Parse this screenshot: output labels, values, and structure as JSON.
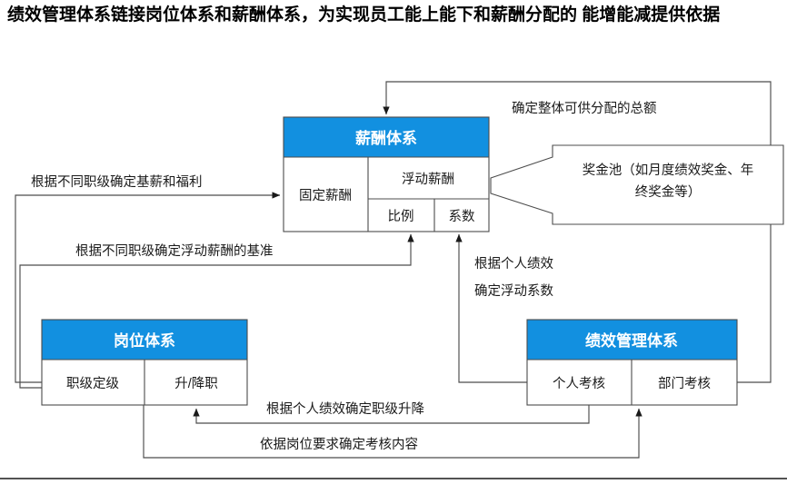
{
  "page": {
    "title_line_1": "绩效管理体系链接岗位体系和薪酬体系，为实现员工能上能下和薪酬分配的",
    "title_line_2": "能增能减提供依据"
  },
  "colors": {
    "header_blue": "#1290e0",
    "box_stroke": "#4c4c4c",
    "text": "#1a1a1a",
    "background": "#ffffff"
  },
  "nodes": {
    "salary_system": {
      "title": "薪酬体系",
      "fixed_pay": "固定薪酬",
      "variable_pay": "浮动薪酬",
      "ratio": "比例",
      "coefficient": "系数"
    },
    "position_system": {
      "title": "岗位体系",
      "cell_1": "职级定级",
      "cell_2": "升/降职"
    },
    "performance_system": {
      "title": "绩效管理体系",
      "cell_1": "个人考核",
      "cell_2": "部门考核"
    }
  },
  "callout": {
    "line_1": "奖金池（如月度绩效奖金、年",
    "line_2": "终奖金等）"
  },
  "edge_labels": {
    "total_pool": "确定整体可供分配的总额",
    "base_pay_by_grade": "根据不同职级确定基薪和福利",
    "variable_base_by_grade": "根据不同职级确定浮动薪酬的基准",
    "coefficient_by_perf_line1": "根据个人绩效",
    "coefficient_by_perf_line2": "确定浮动系数",
    "grade_change_by_perf": "根据个人绩效确定职级升降",
    "appraisal_by_position": "依据岗位要求确定考核内容"
  }
}
